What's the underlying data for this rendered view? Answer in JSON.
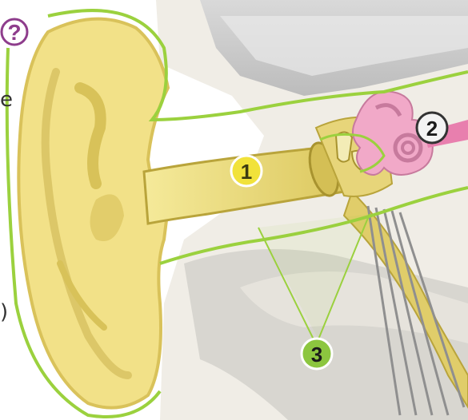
{
  "help_glyph": "?",
  "markers": [
    {
      "label": "1",
      "color": "#f1e23a",
      "text_color": "#3b3b12"
    },
    {
      "label": "2",
      "color": "#f3f3f3",
      "text_color": "#1a1a1a"
    },
    {
      "label": "3",
      "color": "#8cc63f",
      "text_color": "#1a1a1a"
    }
  ],
  "edge_glyphs": [
    "e",
    ")"
  ],
  "colors": {
    "outer_ear": "#f2e188",
    "ear_canal": "#e0cd6a",
    "outline_green": "#9bd13e",
    "inner_ear": "#f1a9c8",
    "help_purple": "#8e3d8c"
  },
  "icons": [
    "help-icon"
  ]
}
